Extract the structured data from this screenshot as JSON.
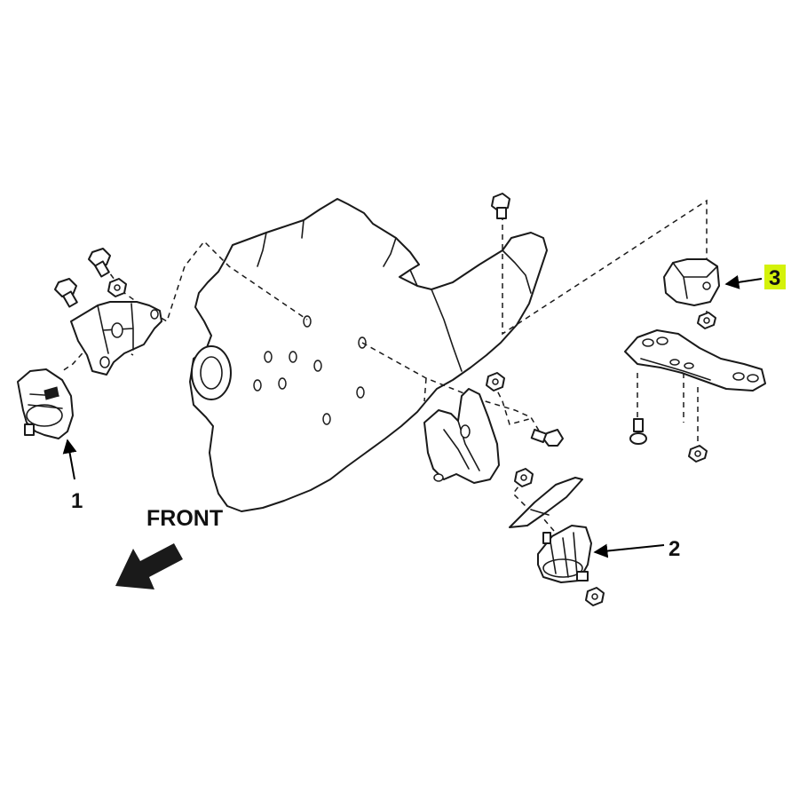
{
  "direction_label": "FRONT",
  "callouts": [
    {
      "id": "1",
      "label": "1",
      "highlighted": false
    },
    {
      "id": "2",
      "label": "2",
      "highlighted": false
    },
    {
      "id": "3",
      "label": "3",
      "highlighted": true
    }
  ],
  "highlight_color": "#d4f20a",
  "line_color": "#1a1a1a"
}
